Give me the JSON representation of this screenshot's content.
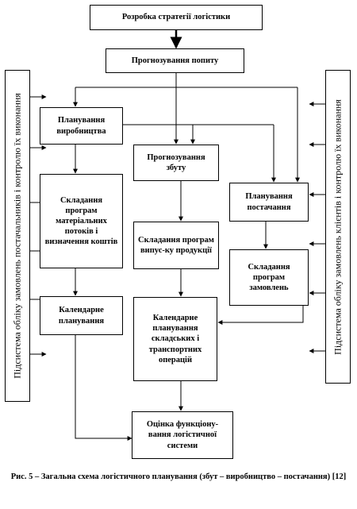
{
  "boxes": {
    "strategy": "Розробка стратегії логістики",
    "demand_forecast": "Прогнозування попиту",
    "production_planning": "Планування виробництва",
    "sales_forecast": "Прогнозування збуту",
    "supply_planning": "Планування постачання",
    "material_flows": "Складання програм матеріальних потоків і визначення коштів",
    "output_program": "Складання програм випус-ку продукції",
    "orders_program": "Складання програм замовлень",
    "calendar_planning": "Календарне планування",
    "warehouse_calendar": "Календарне планування складських і транспортних операцій",
    "evaluation": "Оцінка функціону-вання логістичної системи"
  },
  "sidebars": {
    "left": "Підсистема обліку замовлень постачальників і контролю їх виконання",
    "right": "Підсистема обліку замовлень клієнтів і контролю їх виконання"
  },
  "caption": "Рис. 5 – Загальна схема логістичного  планування (збут – виробництво – постачання)  [12]"
}
